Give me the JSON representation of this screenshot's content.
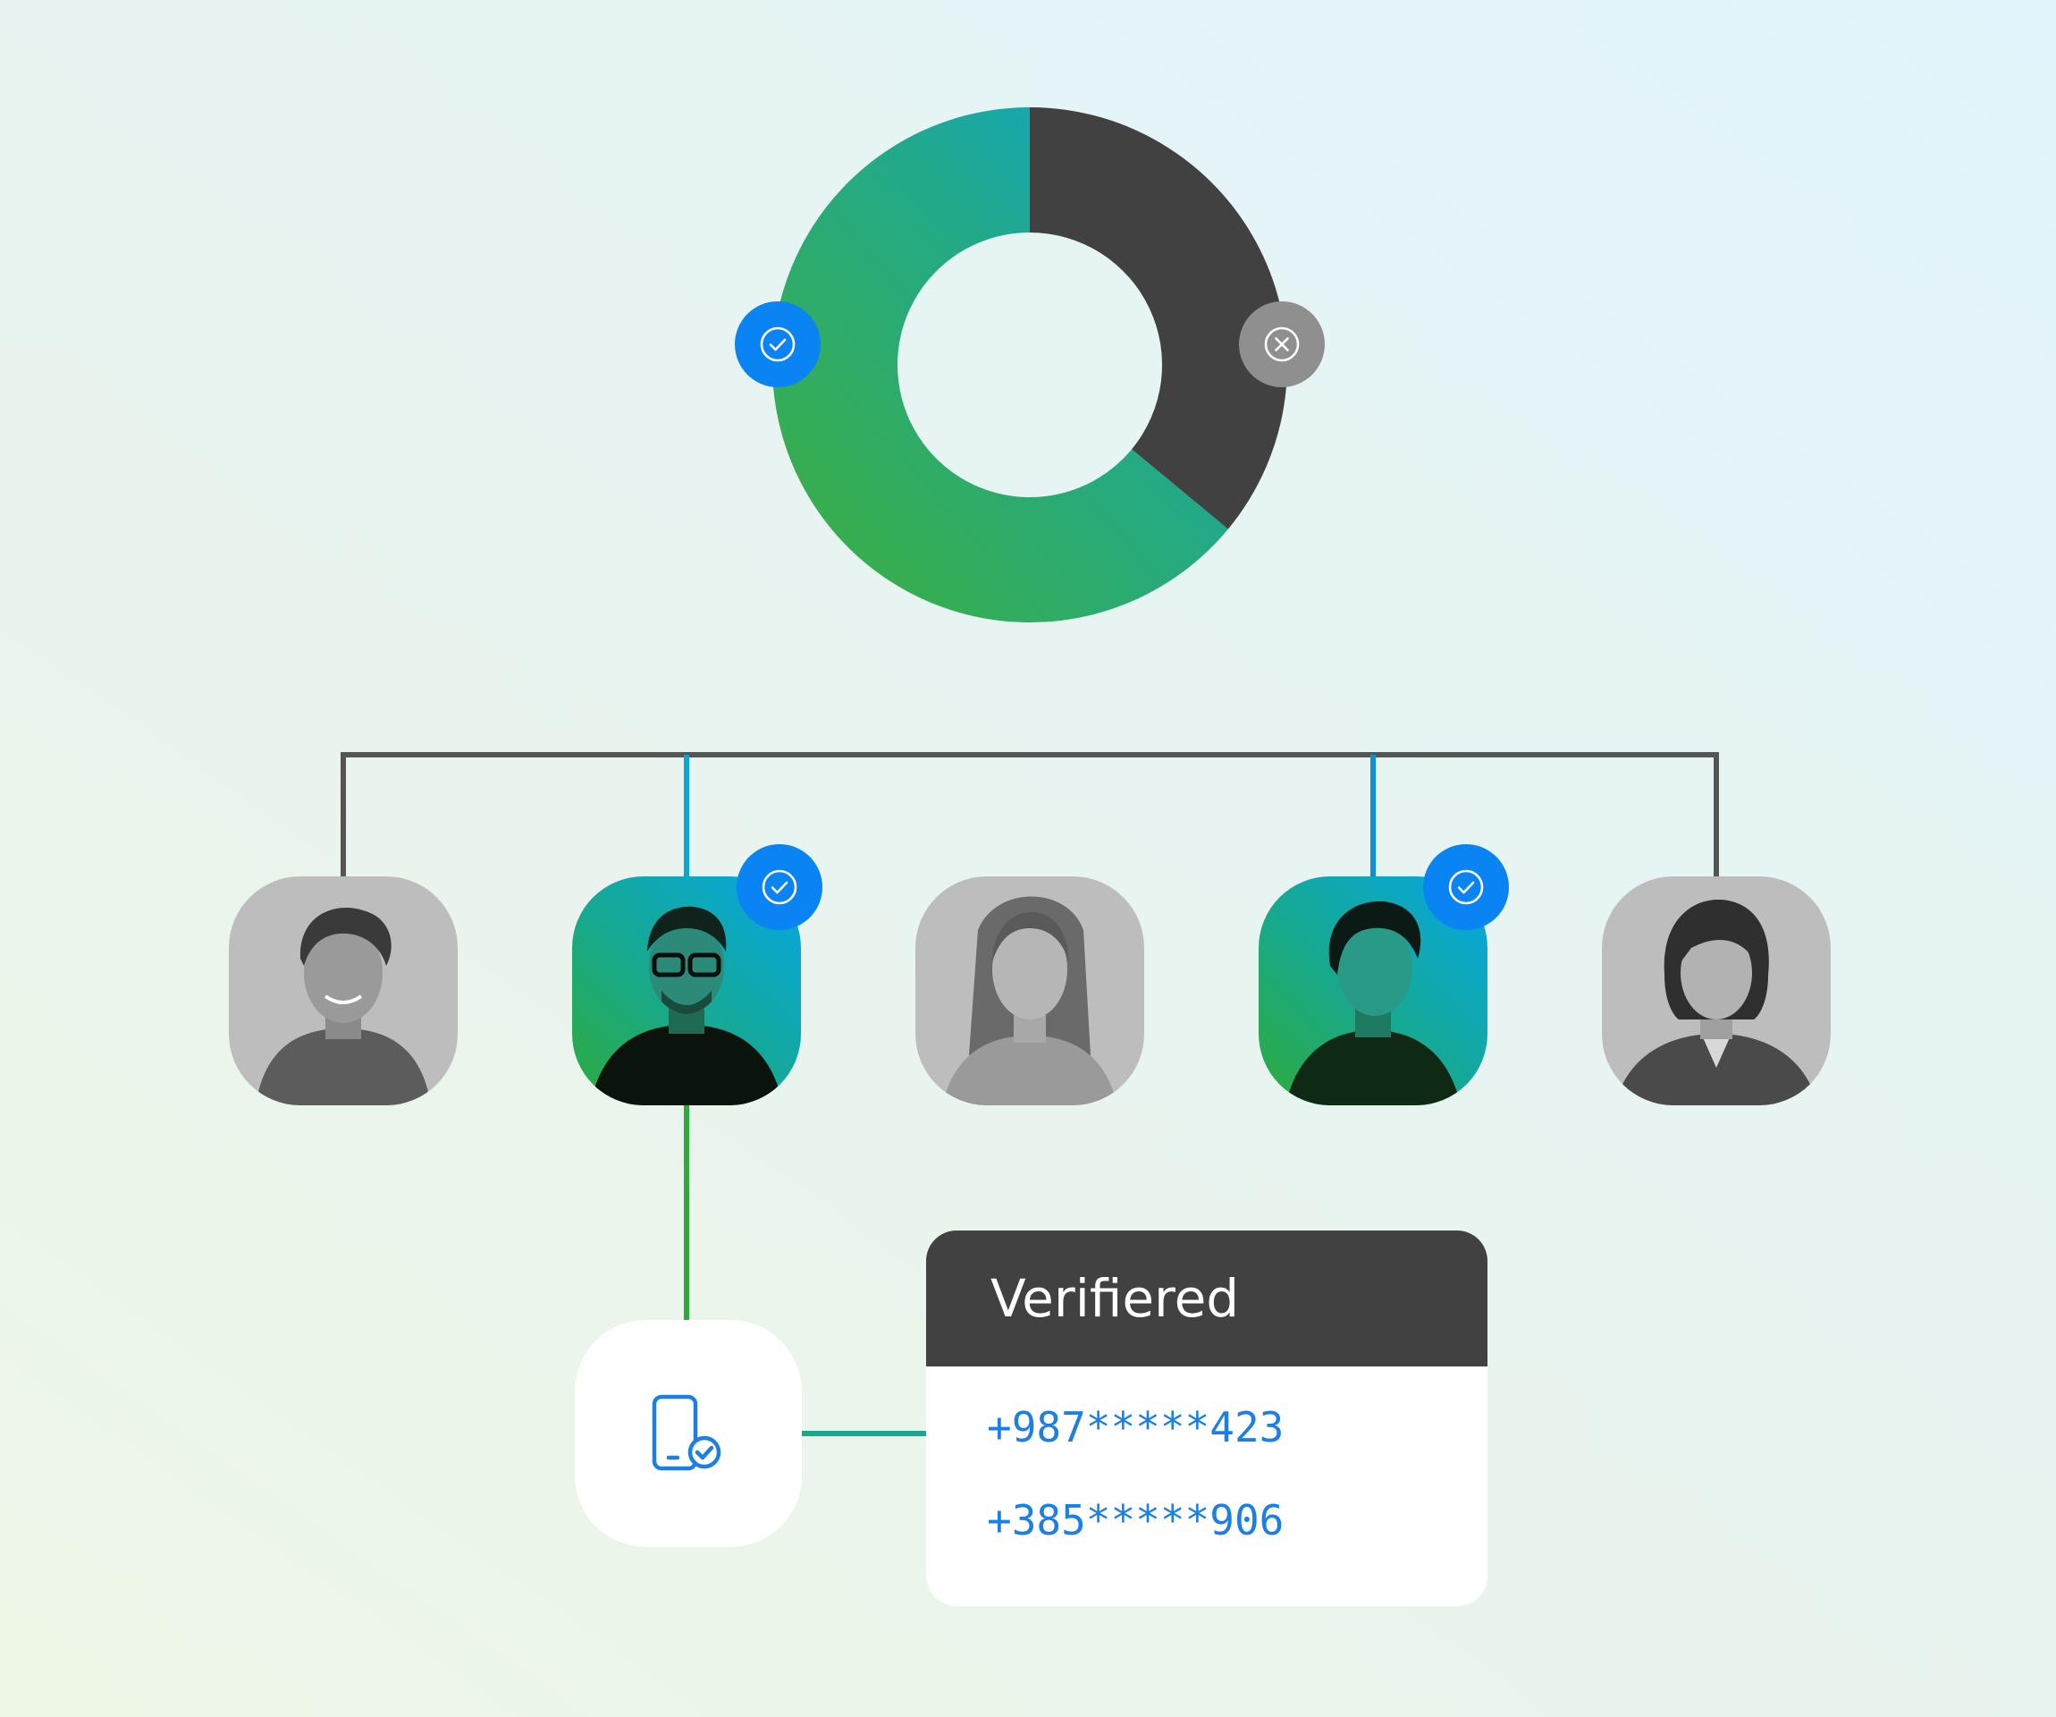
{
  "chart_data": {
    "type": "pie",
    "slices": [
      {
        "name": "",
        "value": 64,
        "color": "#2bad55"
      },
      {
        "name": "",
        "value": 36,
        "color": "#414141"
      }
    ]
  },
  "colors": {
    "accent_blue": "#0a84f3",
    "phone_text": "#1c7fe2",
    "dark": "#414141",
    "badge_gray": "#8f8f8f",
    "line_gray": "#555555",
    "green": "#2eaa3a",
    "teal": "#17a98f"
  },
  "icons": {
    "verified_badge": "check-circle-icon",
    "rejected_badge": "x-circle-icon",
    "phone": "phone-check-icon"
  },
  "people": [
    {
      "avatar": "avatar-young-man-smiling",
      "state": "unverified"
    },
    {
      "avatar": "avatar-man-with-glasses",
      "state": "verified"
    },
    {
      "avatar": "avatar-woman-long-hair",
      "state": "unverified"
    },
    {
      "avatar": "avatar-young-man-short-hair",
      "state": "verified"
    },
    {
      "avatar": "avatar-woman-bob-hair",
      "state": "unverified"
    }
  ],
  "panel": {
    "title": "Verifiered",
    "numbers": [
      "+987*****423",
      "+385*****906"
    ]
  }
}
